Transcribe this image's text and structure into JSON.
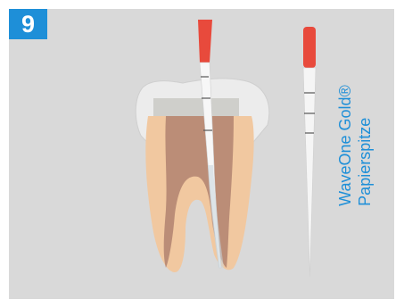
{
  "step": {
    "number": "9"
  },
  "label": {
    "product_name": "WaveOne Gold®",
    "item": "Papierspitze"
  },
  "colors": {
    "background_panel": "#d9d9d9",
    "badge": "#1e8fd8",
    "label_text": "#1e8fd8",
    "paper_point_tip": "#e84a3c",
    "tooth_root": "#f0c9a1",
    "tooth_enamel": "#f2f2f2",
    "root_canal": "#a07868"
  },
  "icons": [
    "tooth-illustration",
    "paper-point-in-canal",
    "paper-point"
  ]
}
